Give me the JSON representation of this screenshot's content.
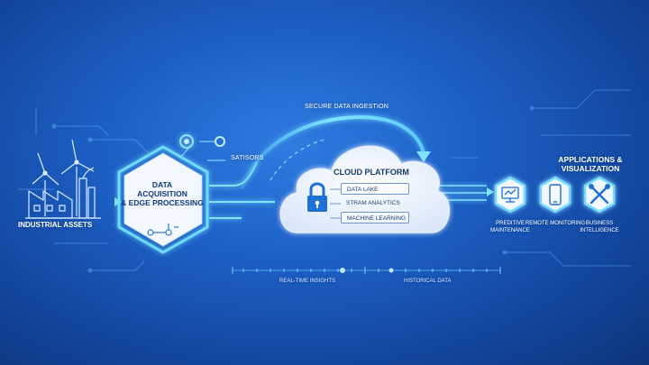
{
  "industrial_assets": {
    "label": "INDUSTRIAL ASSETS"
  },
  "sensors": {
    "label": "SATISORS"
  },
  "edge": {
    "line1": "DATA",
    "line2": "ACQUISITION",
    "line3": "& EDGE PROCESSING"
  },
  "ingestion": {
    "label": "SECURE DATA INGESTION"
  },
  "cloud": {
    "title": "CLOUD PLATFORM",
    "items": [
      "DATA LAKE",
      "STRAM ANALYTICS",
      "MACHINE LEARNING"
    ]
  },
  "applications": {
    "title": "APPLICATIONS & VISUALIZATION",
    "items": [
      {
        "label": "PREDITIVE MAINTENANCE",
        "icon": "monitor-icon"
      },
      {
        "label": "REMOTE MONITORING",
        "icon": "smartphone-icon"
      },
      {
        "label": "BUSINESS INTELLIGENCE",
        "icon": "tools-icon"
      }
    ]
  },
  "timeline": {
    "left_label": "REAL-TIME INSIGHTS",
    "right_label": "HISTORICAL DATA"
  },
  "colors": {
    "background": "#1c5fc4",
    "accent_glow": "#5fd3ff",
    "panel_white": "#f2f7ff",
    "dark_text": "#173a70"
  }
}
